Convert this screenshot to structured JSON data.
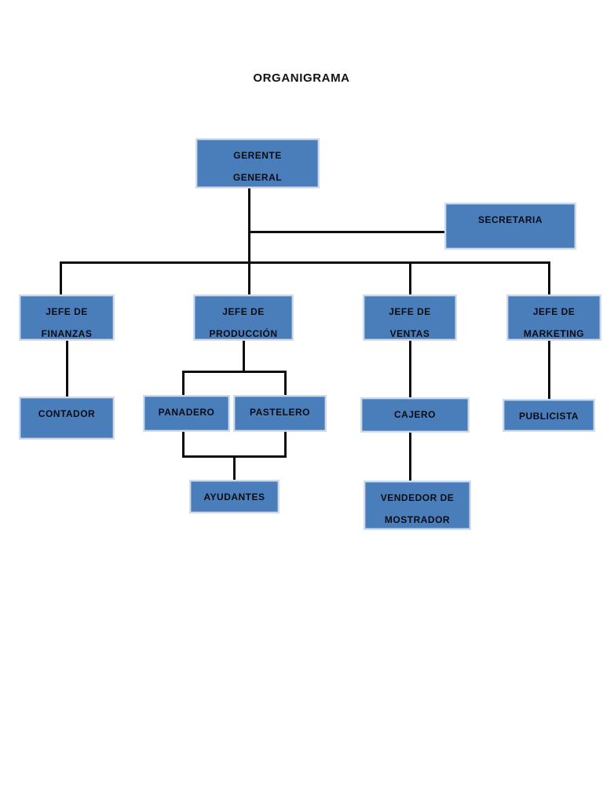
{
  "title": "ORGANIGRAMA",
  "colors": {
    "box_fill": "#4a7ebb",
    "box_border": "#cfdcee",
    "line": "#0d0d0d",
    "text": "#0b0b14",
    "background": "#ffffff"
  },
  "chart_data": {
    "type": "diagram",
    "diagram_type": "organizational-chart",
    "title": "ORGANIGRAMA",
    "nodes": [
      {
        "id": "gerente_general",
        "label": "GERENTE GENERAL",
        "lines": [
          "GERENTE",
          "GENERAL"
        ],
        "level": 0
      },
      {
        "id": "secretaria",
        "label": "SECRETARIA",
        "lines": [
          "SECRETARIA"
        ],
        "level": 1
      },
      {
        "id": "jefe_finanzas",
        "label": "JEFE DE FINANZAS",
        "lines": [
          "JEFE DE",
          "FINANZAS"
        ],
        "level": 1
      },
      {
        "id": "jefe_produccion",
        "label": "JEFE DE PRODUCCIÓN",
        "lines": [
          "JEFE DE",
          "PRODUCCIÓN"
        ],
        "level": 1
      },
      {
        "id": "jefe_ventas",
        "label": "JEFE DE VENTAS",
        "lines": [
          "JEFE DE",
          "VENTAS"
        ],
        "level": 1
      },
      {
        "id": "jefe_marketing",
        "label": "JEFE DE MARKETING",
        "lines": [
          "JEFE DE",
          "MARKETING"
        ],
        "level": 1
      },
      {
        "id": "contador",
        "label": "CONTADOR",
        "lines": [
          "CONTADOR"
        ],
        "level": 2
      },
      {
        "id": "panadero",
        "label": "PANADERO",
        "lines": [
          "PANADERO"
        ],
        "level": 2
      },
      {
        "id": "pastelero",
        "label": "PASTELERO",
        "lines": [
          "PASTELERO"
        ],
        "level": 2
      },
      {
        "id": "cajero",
        "label": "CAJERO",
        "lines": [
          "CAJERO"
        ],
        "level": 2
      },
      {
        "id": "publicista",
        "label": "PUBLICISTA",
        "lines": [
          "PUBLICISTA"
        ],
        "level": 2
      },
      {
        "id": "ayudantes",
        "label": "AYUDANTES",
        "lines": [
          "AYUDANTES"
        ],
        "level": 3
      },
      {
        "id": "vendedor_mostrador",
        "label": "VENDEDOR DE MOSTRADOR",
        "lines": [
          "VENDEDOR DE",
          "MOSTRADOR"
        ],
        "level": 3
      }
    ],
    "edges": [
      {
        "from": "gerente_general",
        "to": "secretaria",
        "style": "staff"
      },
      {
        "from": "gerente_general",
        "to": "jefe_finanzas"
      },
      {
        "from": "gerente_general",
        "to": "jefe_produccion"
      },
      {
        "from": "gerente_general",
        "to": "jefe_ventas"
      },
      {
        "from": "gerente_general",
        "to": "jefe_marketing"
      },
      {
        "from": "jefe_finanzas",
        "to": "contador"
      },
      {
        "from": "jefe_produccion",
        "to": "panadero"
      },
      {
        "from": "jefe_produccion",
        "to": "pastelero"
      },
      {
        "from": "jefe_ventas",
        "to": "cajero"
      },
      {
        "from": "jefe_marketing",
        "to": "publicista"
      },
      {
        "from": "panadero",
        "to": "ayudantes"
      },
      {
        "from": "pastelero",
        "to": "ayudantes"
      },
      {
        "from": "cajero",
        "to": "vendedor_mostrador"
      }
    ]
  },
  "nodes": {
    "gerente_general": {
      "line1": "GERENTE",
      "line2": "GENERAL"
    },
    "secretaria": {
      "line1": "SECRETARIA"
    },
    "jefe_finanzas": {
      "line1": "JEFE DE",
      "line2": "FINANZAS"
    },
    "jefe_produccion": {
      "line1": "JEFE DE",
      "line2": "PRODUCCIÓN"
    },
    "jefe_ventas": {
      "line1": "JEFE DE",
      "line2": "VENTAS"
    },
    "jefe_marketing": {
      "line1": "JEFE DE",
      "line2": "MARKETING"
    },
    "contador": {
      "line1": "CONTADOR"
    },
    "panadero": {
      "line1": "PANADERO"
    },
    "pastelero": {
      "line1": "PASTELERO"
    },
    "cajero": {
      "line1": "CAJERO"
    },
    "publicista": {
      "line1": "PUBLICISTA"
    },
    "ayudantes": {
      "line1": "AYUDANTES"
    },
    "vendedor_mostrador": {
      "line1": "VENDEDOR DE",
      "line2": "MOSTRADOR"
    }
  }
}
